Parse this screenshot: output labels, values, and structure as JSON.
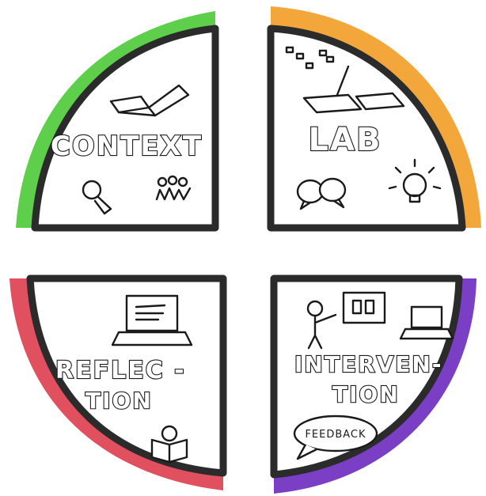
{
  "quadrants": {
    "context": {
      "title": "CONTEXT",
      "accent": "#5dcf4b",
      "icons": [
        "open-book-icon",
        "magnifying-glass-icon",
        "group-of-people-icon"
      ]
    },
    "lab": {
      "title": "LAB",
      "accent": "#f3a63a",
      "icons": [
        "sticky-notes-icon",
        "paper-and-pencil-icon",
        "speech-bubbles-icon",
        "lightbulb-icon"
      ]
    },
    "reflection": {
      "title_line1": "REFLEC -",
      "title_line2": "TION",
      "accent": "#e0505e",
      "icons": [
        "laptop-icon",
        "person-reading-icon"
      ]
    },
    "intervention": {
      "title_line1": "INTERVEN-",
      "title_line2": "TION",
      "feedback": "FEEDBACK",
      "accent": "#7a3fc4",
      "icons": [
        "person-presenting-icon",
        "board-icon",
        "laptop-icon",
        "feedback-bubble-icon"
      ]
    }
  }
}
